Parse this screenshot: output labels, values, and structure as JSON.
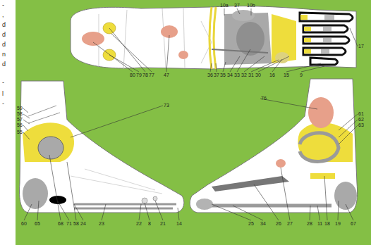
{
  "diagram": {
    "labels": [
      "-",
      ",",
      "d",
      "d",
      "d",
      "n",
      "d",
      "-",
      "l",
      "-",
      "10a",
      "37",
      "10b",
      "17",
      "80",
      "79",
      "78",
      "77",
      "47",
      "36",
      "37",
      "35",
      "34",
      "33",
      "32",
      "31",
      "30",
      "16",
      "15",
      "9",
      "59",
      "58",
      "57",
      "56",
      "55",
      "73",
      "60",
      "65",
      "68",
      "71",
      "58",
      "24",
      "23",
      "22",
      "8",
      "21",
      "14",
      "76",
      "61",
      "62",
      "63",
      "25",
      "34",
      "26",
      "27",
      "28",
      "11",
      "18",
      "19",
      "67"
    ]
  }
}
